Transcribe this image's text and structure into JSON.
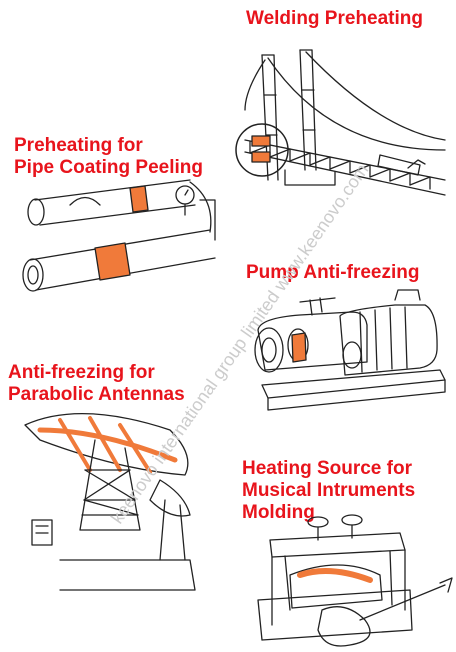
{
  "labels": {
    "welding": [
      "Welding Preheating"
    ],
    "pipe": [
      "Preheating for",
      "Pipe Coating Peeling"
    ],
    "pump": [
      "Pump Anti-freezing"
    ],
    "antenna": [
      "Anti-freezing for",
      "Parabolic Antennas"
    ],
    "music": [
      "Heating Source for",
      "Musical Intruments",
      "Molding"
    ]
  },
  "watermark": "keenovo international group limited   www.keenovo.com",
  "colors": {
    "label": "#e8141c",
    "heater": "#f07a3a",
    "line": "#222222"
  }
}
